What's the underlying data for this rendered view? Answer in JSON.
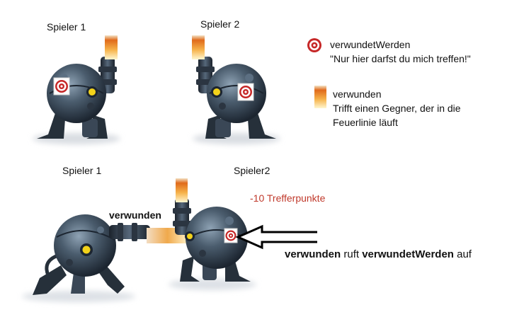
{
  "top": {
    "player1_label": "Spieler 1",
    "player2_label": "Spieler 2"
  },
  "legend": {
    "target_name": "verwundetWerden",
    "target_desc": "\"Nur hier darfst du mich treffen!\"",
    "fire_name": "verwunden",
    "fire_desc_line1": "Trifft einen Gegner, der in die",
    "fire_desc_line2": "Feuerlinie läuft"
  },
  "bottom": {
    "player1_label": "Spieler 1",
    "player2_label": "Spieler2",
    "damage": "-10 Trefferpunkte",
    "shot_label": "verwunden",
    "call_bold1": "verwunden",
    "call_plain": " ruft ",
    "call_bold2": "verwundetWerden",
    "call_end": " auf"
  },
  "icons": {
    "target": "target-icon",
    "flame": "flame-icon",
    "arrow": "arrow-left-icon"
  }
}
